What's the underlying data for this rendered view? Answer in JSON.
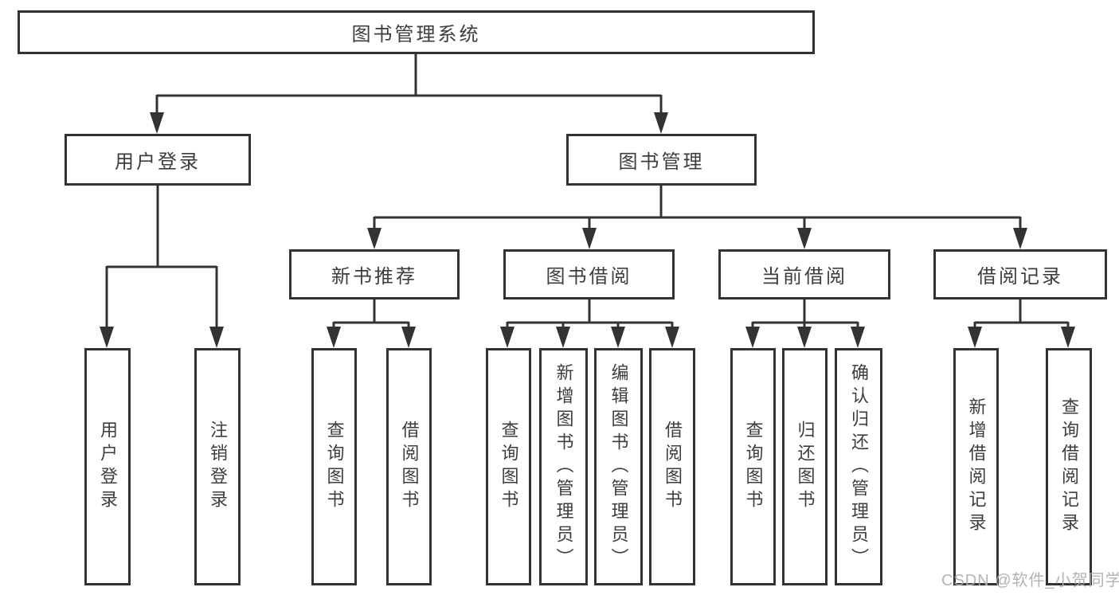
{
  "diagram_type": "hierarchy-structure-chart",
  "colors": {
    "line": "#333333",
    "box_border": "#333333",
    "box_fill": "#ffffff",
    "text": "#3d3d3d",
    "watermark": "#acacac",
    "background": "#ffffff"
  },
  "nodes": {
    "root": "图书管理系统",
    "user_login": "用户登录",
    "book_mgmt": "图书管理",
    "ul_login": "用户登录",
    "ul_logout": "注销登录",
    "new_book": "新书推荐",
    "book_borrow": "图书借阅",
    "current_borrow": "当前借阅",
    "borrow_record": "借阅记录",
    "nb_query": "查询图书",
    "nb_borrow": "借阅图书",
    "bb_query": "查询图书",
    "bb_add": "新增图书（管理员）",
    "bb_edit": "编辑图书（管理员）",
    "bb_borrow": "借阅图书",
    "cb_query": "查询图书",
    "cb_return": "归还图书",
    "cb_confirm": "确认归还（管理员）",
    "br_add": "新增借阅记录",
    "br_query": "查询借阅记录"
  },
  "watermark": "CSDN @软件_小贺同学"
}
